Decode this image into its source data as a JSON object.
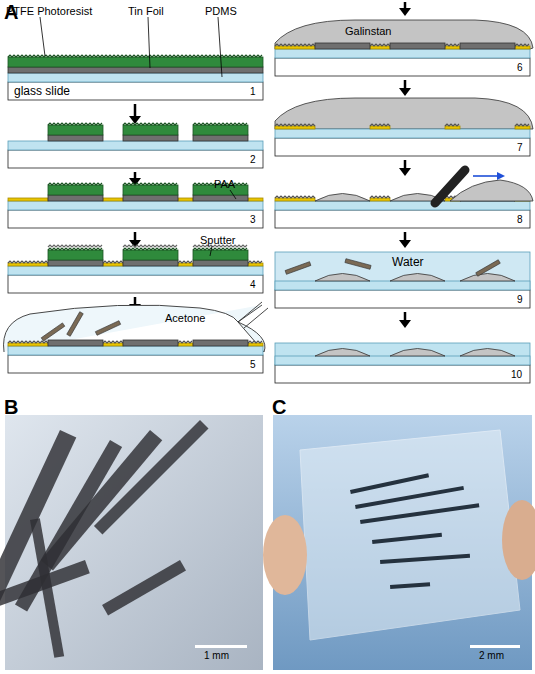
{
  "diagram": {
    "labels": [
      "A",
      "PTFE Photoresist",
      "Tin Foil",
      "PDMS",
      "glass slide",
      "1",
      "2",
      "3",
      "PAA",
      "4",
      "Sputter",
      "Acetone",
      "5",
      "Galinstan",
      "6",
      "7",
      "8",
      "Water",
      "9",
      "10",
      "B",
      "1 mm",
      "C",
      "2 mm"
    ]
  }
}
